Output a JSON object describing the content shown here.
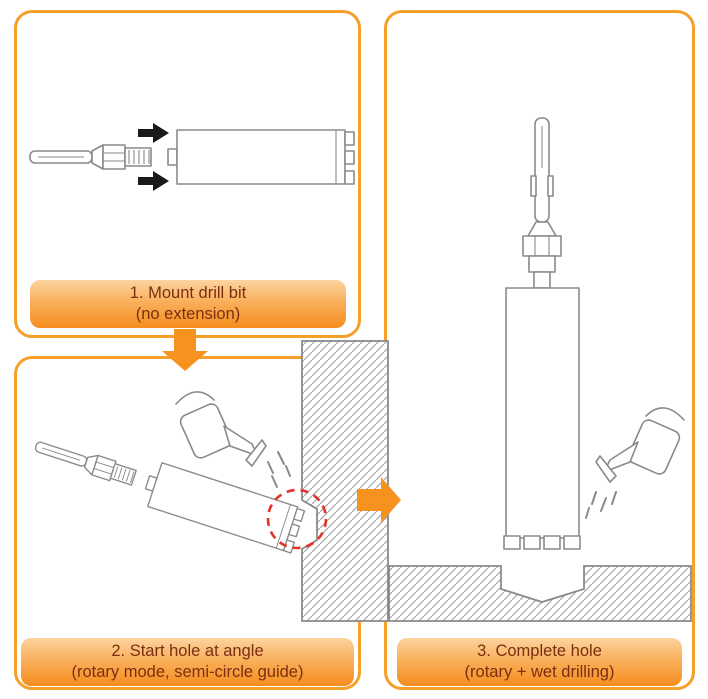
{
  "steps": [
    {
      "title": "1. Mount drill bit",
      "subtitle": "(no extension)"
    },
    {
      "title": "2. Start hole at angle",
      "subtitle": "(rotary mode, semi-circle guide)"
    },
    {
      "title": "3. Complete hole",
      "subtitle": "(rotary + wet drilling)"
    }
  ],
  "colors": {
    "panel_border_orange": "#F6A02A",
    "arrow_orange": "#F6921E",
    "caption_gradient_top": "#FCD4A0",
    "caption_gradient_bottom": "#F58D1E",
    "caption_text": "#7D2E10",
    "outline_gray": "#8A8A8A",
    "hatch_gray": "#ABABAB",
    "highlight_red_dashed": "#E2342B",
    "insertion_arrow_black": "#1A1A1A"
  },
  "icons": [
    "drill-bit-icon",
    "watering-can-icon",
    "insertion-arrows-icon",
    "guide-circle-icon",
    "down-arrow-icon",
    "right-arrow-icon",
    "concrete-hatch"
  ]
}
